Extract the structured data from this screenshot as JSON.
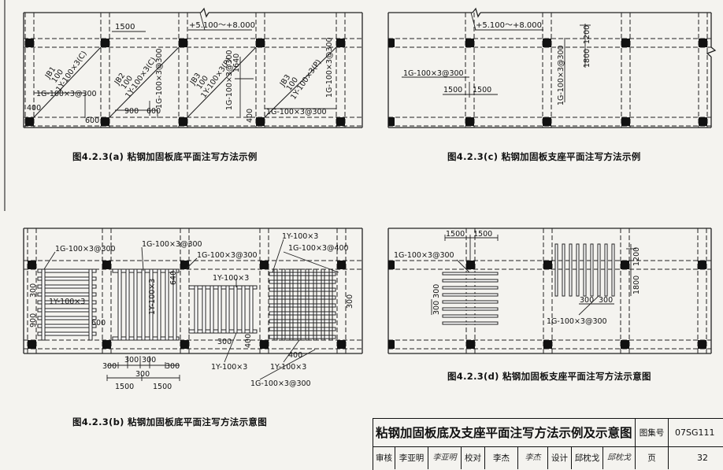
{
  "labels": {
    "a_level": "+5.100～+8.000",
    "a_jb1": "JB1",
    "a_jb1_t": "100",
    "a_jb1_v": "1Y-100×3(C)",
    "a_jb2": "JB2",
    "a_jb2_t": "100",
    "a_jb2_v": "1Y-100×3(C)",
    "a_jb3": "JB3",
    "a_jb3_t": "100",
    "a_jb3_v": "1Y-100×3(P)",
    "a_jb3b": "JB3",
    "a_jb3b_t": "100",
    "a_jb3b_v": "1Y-100×3(P)",
    "a_1500": "1500",
    "a_1g_vert1": "1G-100×3@300",
    "a_1g_vert2": "1G-100×3@300",
    "a_1g_vert3": "1G-100×3@300",
    "a_1g_left": "1G-100×3@300",
    "a_1g_right": "1G-100×3@300",
    "a_400l": "400",
    "a_600l": "600",
    "a_900": "900",
    "a_600m": "600",
    "a_1640": "1640",
    "a_400m": "400",
    "c_level": "+5.100～+8.000",
    "c_1g": "1G-100×3@300",
    "c_1500a": "1500",
    "c_1500b": "1500",
    "c_1g_vert": "1G-100×3@300",
    "c_1800": "1800",
    "c_1200": "1200",
    "b_1g_a": "1G-100×3@300",
    "b_1g_b": "1G-100×3@300",
    "b_1g_c": "1G-100×3@300",
    "b_1g_d": "1G-100×3@400",
    "b_1y_top": "1Y-100×3",
    "b_1y_left": "1Y-100×3",
    "b_1y_mid": "1Y-100×3",
    "b_1y_panel3": "1Y-100×3",
    "b_1y_bot1": "1Y-100×3",
    "b_1y_bot2": "1Y-100×3",
    "b_1g_bot": "1G-100×3@300",
    "b_900": "900",
    "b_300l": "300",
    "b_600": "600",
    "b_640": "640",
    "b_300m": "300",
    "b_400m": "400",
    "b_400r": "400",
    "b_300r": "300",
    "b_dim_300a": "300",
    "b_dim_300b": "300",
    "b_dim_300c": "300",
    "b_dim_300d": "300",
    "b_dim_300e": "300",
    "b_dim_1500a": "1500",
    "b_dim_1500b": "1500",
    "d_1500a": "1500",
    "d_1500b": "1500",
    "d_1g": "1G-100×3@300",
    "d_1g_bot": "1G-100×3@300",
    "d_300v": "300 300",
    "d_300a": "300",
    "d_300b": "300",
    "d_1800": "1800",
    "d_1200": "1200"
  },
  "captions": {
    "a": "图4.2.3(a)  粘钢加固板底平面注写方法示例",
    "c": "图4.2.3(c)  粘钢加固板支座平面注写方法示例",
    "b": "图4.2.3(b)  粘钢加固板底平面注写方法示意图",
    "d": "图4.2.3(d)  粘钢加固板支座平面注写方法示意图"
  },
  "title_block": {
    "title": "粘钢加固板底及支座平面注写方法示例及示意图",
    "atlas_label": "图集号",
    "atlas_no": "07SG111",
    "review_label": "审核",
    "reviewer": "李亚明",
    "reviewer_sig": "李亚明",
    "check_label": "校对",
    "checker": "李杰",
    "checker_sig": "李杰",
    "design_label": "设计",
    "designer": "邱枕戈",
    "designer_sig": "邱枕戈",
    "page_label": "页",
    "page_no": "32"
  }
}
